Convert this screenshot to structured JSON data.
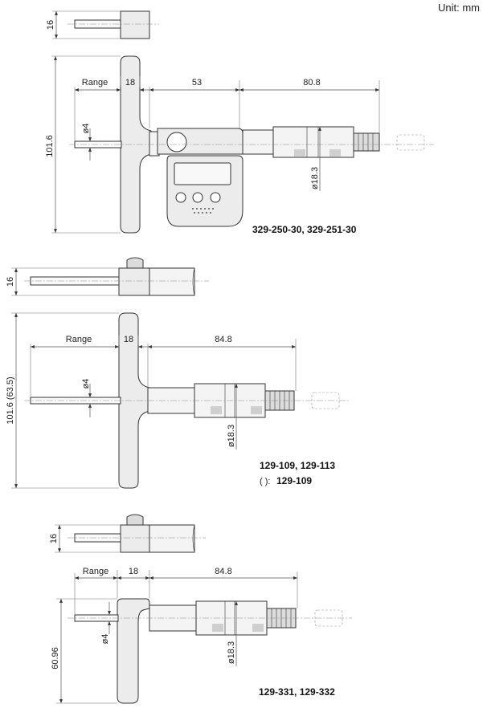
{
  "unit_label": "Unit: mm",
  "drawing1": {
    "model": "329-250-30, 329-251-30",
    "dim_16": "16",
    "dim_range": "Range",
    "dim_18": "18",
    "dim_53": "53",
    "dim_80_8": "80.8",
    "dim_101_6": "101.6",
    "dim_phi4": "ø4",
    "dim_phi18_3": "ø18.3"
  },
  "drawing2": {
    "model": "129-109, 129-113",
    "paren_note_symbol": "( ):",
    "paren_note_model": "129-109",
    "dim_16": "16",
    "dim_range": "Range",
    "dim_18": "18",
    "dim_84_8": "84.8",
    "dim_101_6": "101.6 (63.5)",
    "dim_phi4": "ø4",
    "dim_phi18_3": "ø18.3"
  },
  "drawing3": {
    "model": "129-331, 129-332",
    "dim_16": "16",
    "dim_range": "Range",
    "dim_18": "18",
    "dim_84_8": "84.8",
    "dim_60_96": "60.96",
    "dim_phi4": "ø4",
    "dim_phi18_3": "ø18.3"
  }
}
